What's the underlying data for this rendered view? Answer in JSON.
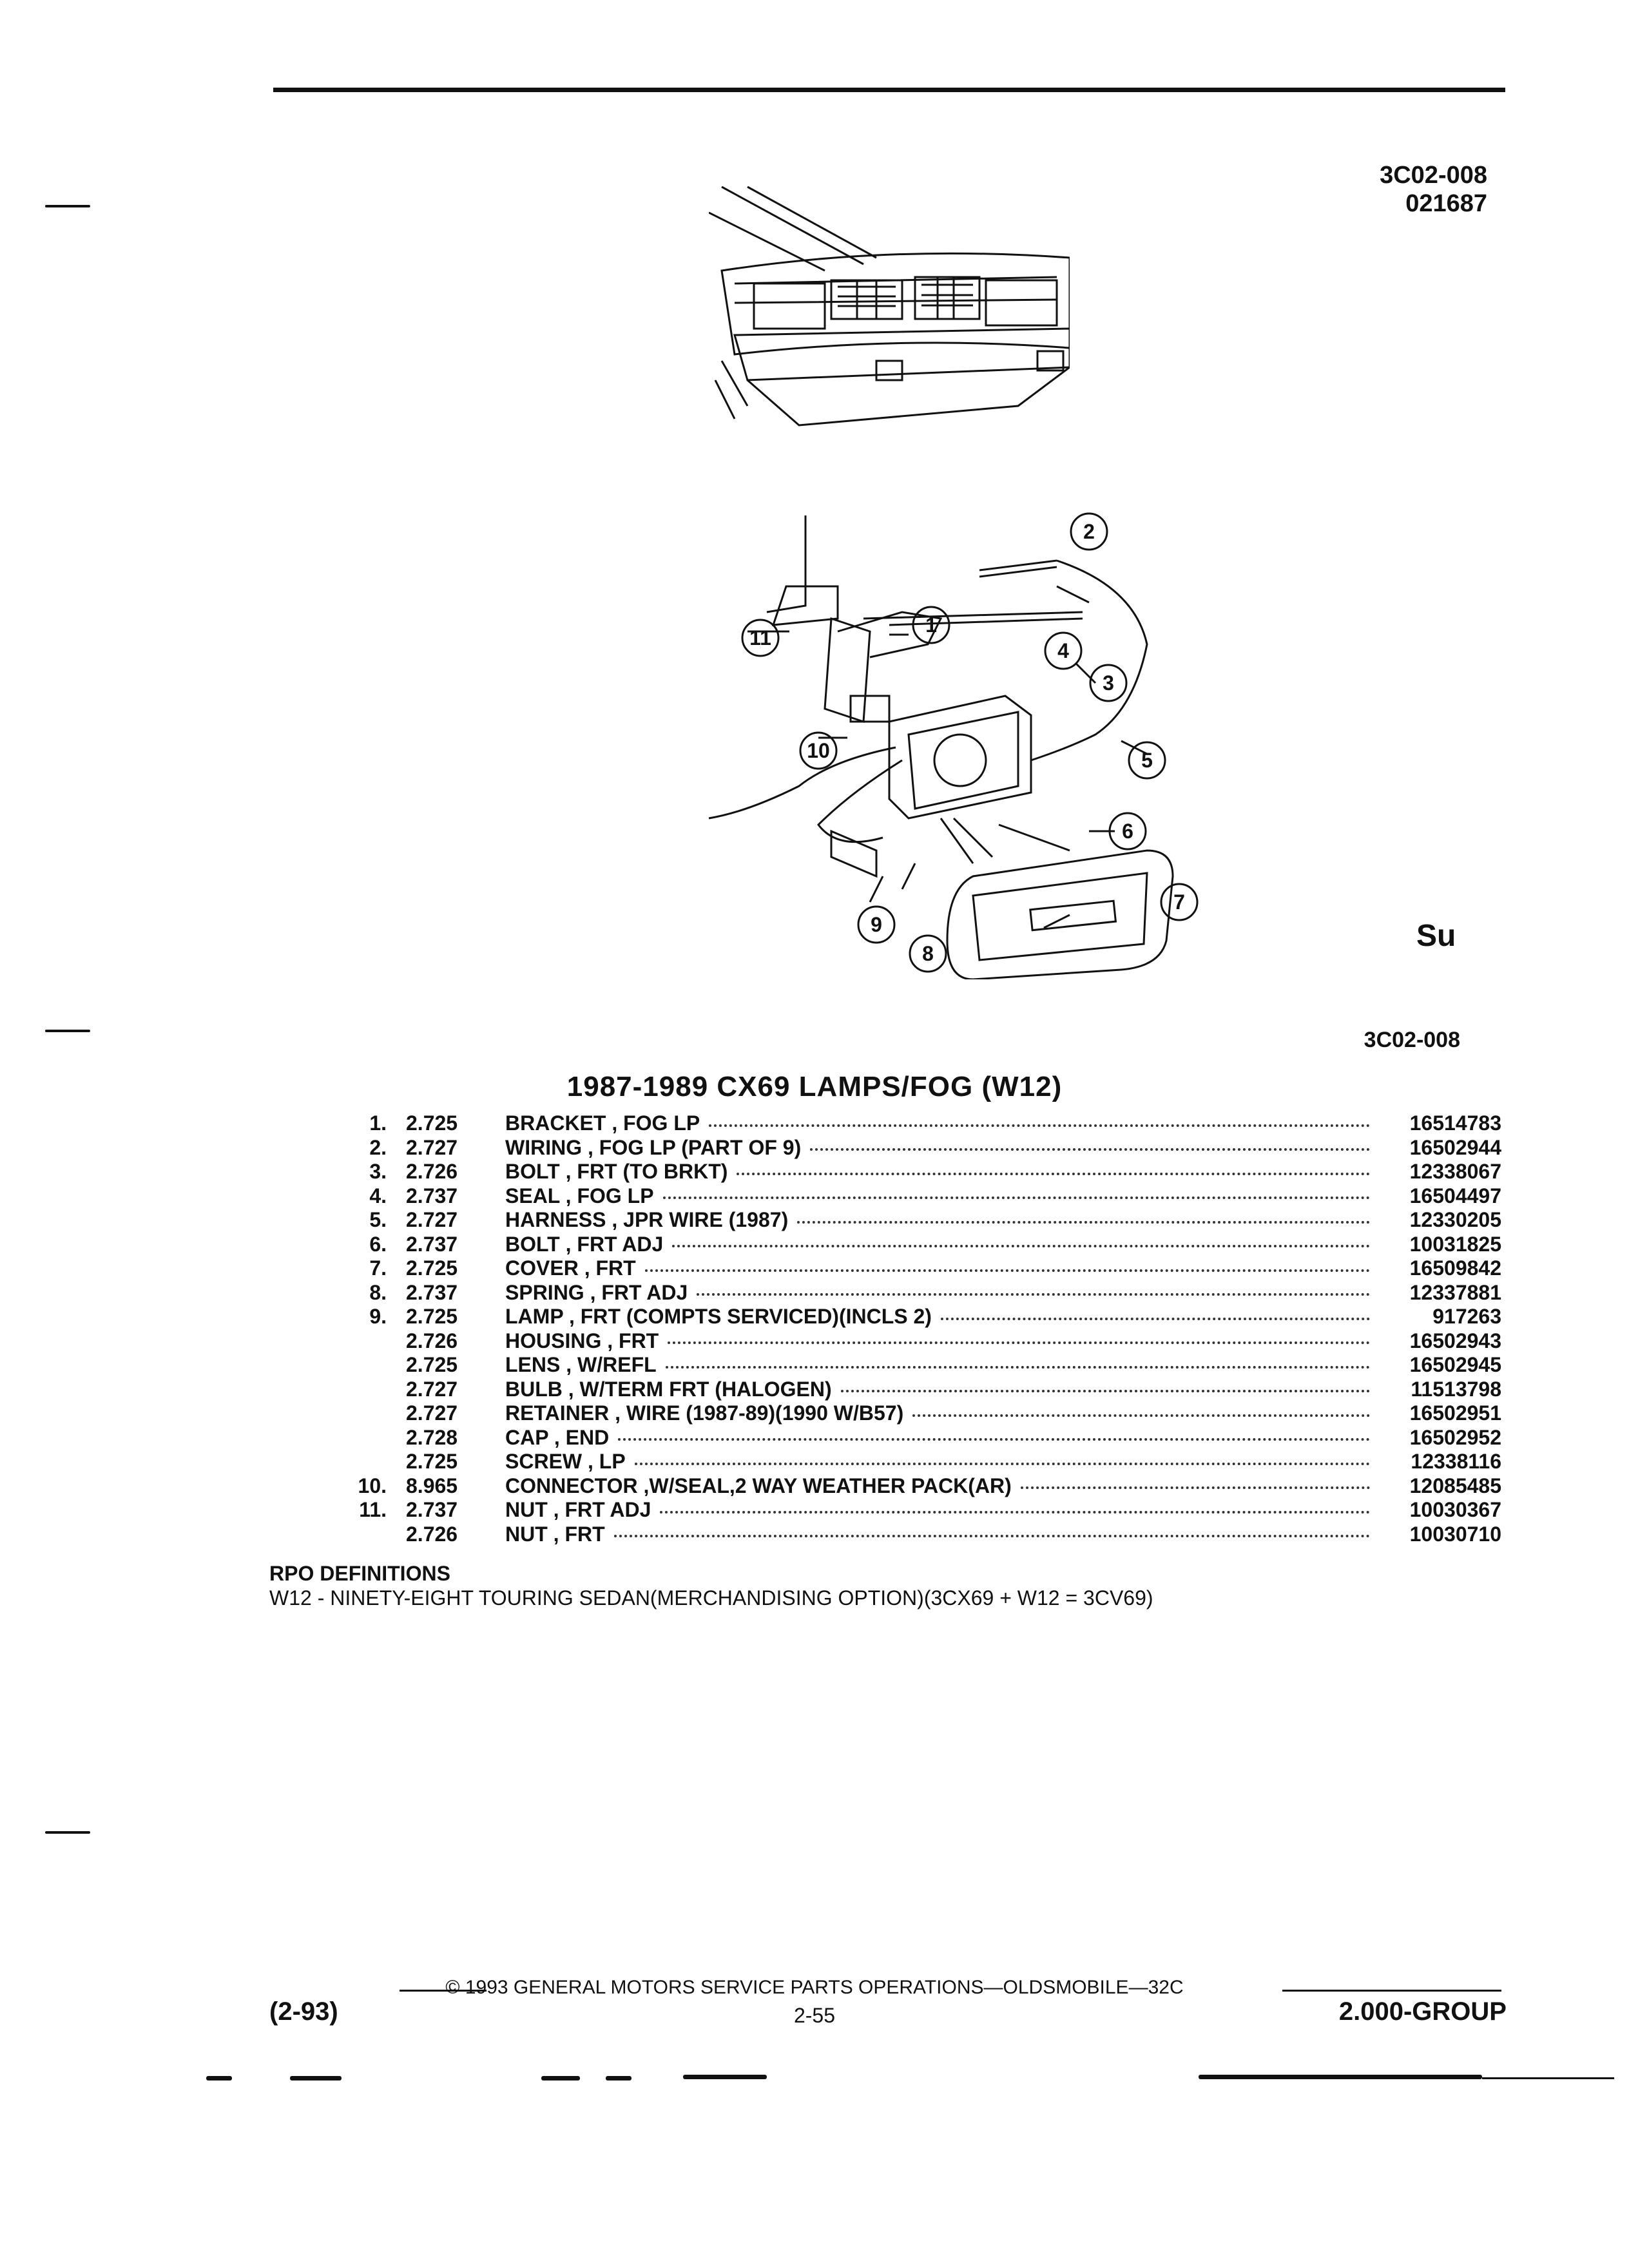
{
  "header": {
    "ref_code": "3C02-008",
    "ref_number": "021687"
  },
  "figure": {
    "label": "3C02-008",
    "mark": "Su",
    "callouts": [
      "1",
      "2",
      "3",
      "4",
      "5",
      "6",
      "7",
      "8",
      "9",
      "10",
      "11"
    ]
  },
  "title": "1987-1989 CX69 LAMPS/FOG (W12)",
  "parts": [
    {
      "item": "1.",
      "group": "2.725",
      "name": "BRACKET , FOG LP",
      "part": "16514783"
    },
    {
      "item": "2.",
      "group": "2.727",
      "name": "WIRING , FOG LP (PART OF 9)",
      "part": "16502944"
    },
    {
      "item": "3.",
      "group": "2.726",
      "name": "BOLT , FRT (TO BRKT)",
      "part": "12338067"
    },
    {
      "item": "4.",
      "group": "2.737",
      "name": "SEAL , FOG LP",
      "part": "16504497"
    },
    {
      "item": "5.",
      "group": "2.727",
      "name": "HARNESS , JPR WIRE (1987)",
      "part": "12330205"
    },
    {
      "item": "6.",
      "group": "2.737",
      "name": "BOLT , FRT ADJ",
      "part": "10031825"
    },
    {
      "item": "7.",
      "group": "2.725",
      "name": "COVER , FRT",
      "part": "16509842"
    },
    {
      "item": "8.",
      "group": "2.737",
      "name": "SPRING , FRT ADJ",
      "part": "12337881"
    },
    {
      "item": "9.",
      "group": "2.725",
      "name": "LAMP , FRT (COMPTS SERVICED)(INCLS 2)",
      "part": "917263"
    },
    {
      "item": "",
      "group": "2.726",
      "name": "HOUSING , FRT",
      "part": "16502943"
    },
    {
      "item": "",
      "group": "2.725",
      "name": "LENS , W/REFL",
      "part": "16502945"
    },
    {
      "item": "",
      "group": "2.727",
      "name": "BULB , W/TERM FRT (HALOGEN)",
      "part": "11513798"
    },
    {
      "item": "",
      "group": "2.727",
      "name": "RETAINER , WIRE (1987-89)(1990 W/B57)",
      "part": "16502951"
    },
    {
      "item": "",
      "group": "2.728",
      "name": "CAP , END",
      "part": "16502952"
    },
    {
      "item": "",
      "group": "2.725",
      "name": "SCREW , LP",
      "part": "12338116"
    },
    {
      "item": "10.",
      "group": "8.965",
      "name": "CONNECTOR ,W/SEAL,2 WAY WEATHER PACK(AR)",
      "part": "12085485"
    },
    {
      "item": "11.",
      "group": "2.737",
      "name": "NUT , FRT ADJ",
      "part": "10030367"
    },
    {
      "item": "",
      "group": "2.726",
      "name": "NUT , FRT",
      "part": "10030710"
    }
  ],
  "rpo": {
    "heading": "RPO DEFINITIONS",
    "definition": "W12 - NINETY-EIGHT TOURING SEDAN(MERCHANDISING OPTION)(3CX69 + W12 = 3CV69)"
  },
  "footer": {
    "copyright": "© 1993 GENERAL MOTORS SERVICE PARTS OPERATIONS—OLDSMOBILE—32C",
    "revision": "(2-93)",
    "page": "2-55",
    "group": "2.000-GROUP"
  }
}
